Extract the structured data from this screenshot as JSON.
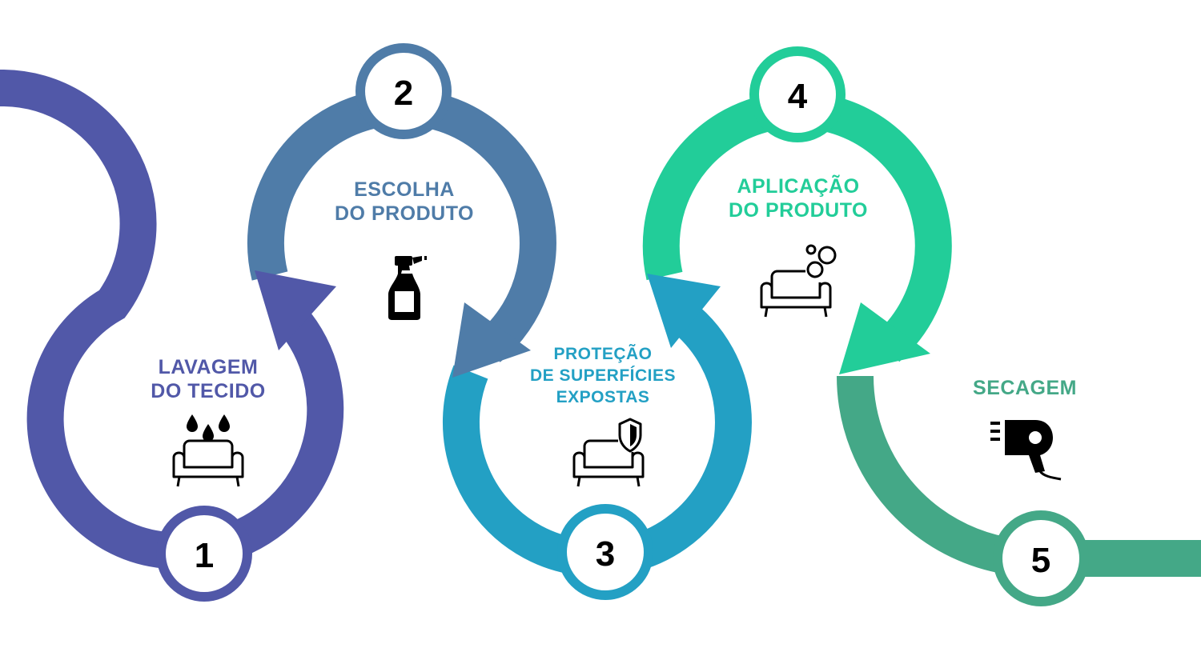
{
  "steps": [
    {
      "number": "1",
      "title_lines": [
        "LAVAGEM",
        "DO TECIDO"
      ],
      "color": "#5158a8",
      "icon": "sofa-water-drops-icon"
    },
    {
      "number": "2",
      "title_lines": [
        "ESCOLHA",
        "DO PRODUTO"
      ],
      "color": "#4f7ca8",
      "icon": "spray-bottle-icon"
    },
    {
      "number": "3",
      "title_lines": [
        "PROTEÇÃO",
        "DE SUPERFÍCIES",
        "EXPOSTAS"
      ],
      "color": "#23a0c4",
      "icon": "sofa-shield-icon"
    },
    {
      "number": "4",
      "title_lines": [
        "APLICAÇÃO",
        "DO PRODUTO"
      ],
      "color": "#22cd99",
      "icon": "sofa-bubbles-icon"
    },
    {
      "number": "5",
      "title_lines": [
        "SECAGEM"
      ],
      "color": "#44a887",
      "icon": "hair-dryer-icon"
    }
  ]
}
